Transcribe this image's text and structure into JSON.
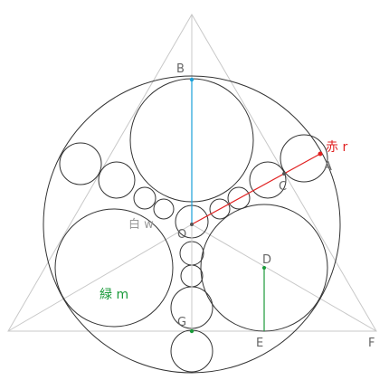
{
  "diagram": {
    "labels": {
      "A": "A",
      "B": "B",
      "C": "C",
      "D": "D",
      "E": "E",
      "F": "F",
      "G": "G",
      "O": "O"
    },
    "annotations": {
      "red": "赤 r",
      "white": "白 w",
      "green": "緑 m"
    },
    "colors": {
      "circle_stroke": "#333333",
      "triangle_stroke": "#c8c8c8",
      "blue": "#1aa0d8",
      "red": "#e02020",
      "green": "#1a9a3a",
      "label_gray": "#777777"
    }
  }
}
